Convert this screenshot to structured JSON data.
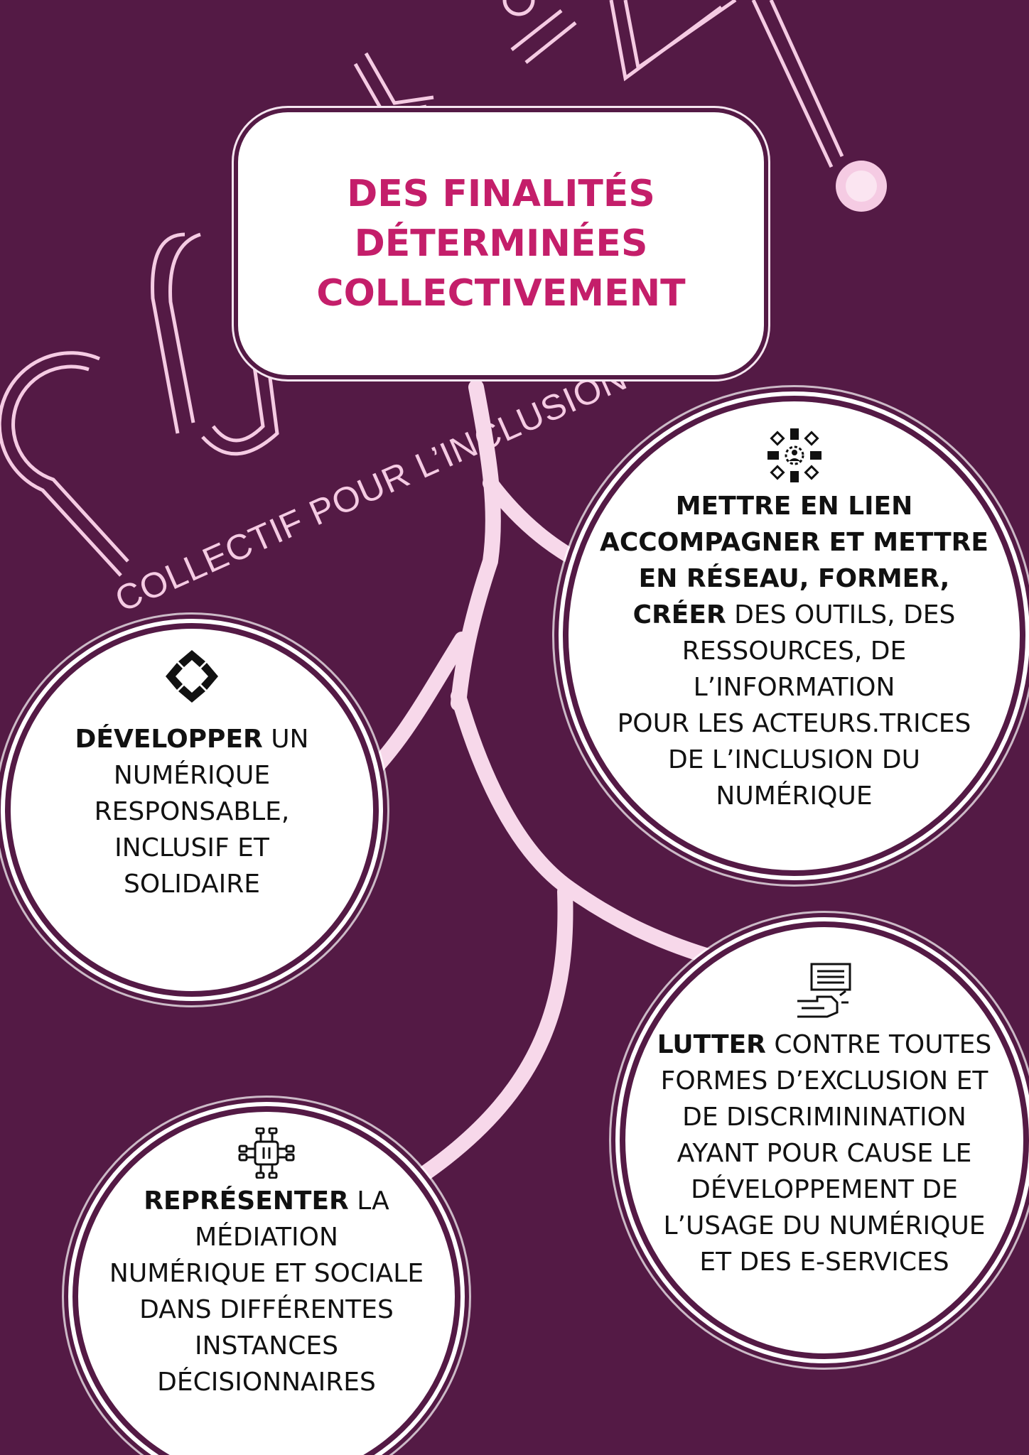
{
  "colors": {
    "background": "#541a45",
    "accent": "#c41e6a",
    "branch": "#f7d8ea",
    "bubble": "#ffffff",
    "text": "#111111"
  },
  "logo": {
    "text": "COLLECTIF POUR L’INCLUSION"
  },
  "title": {
    "lines": [
      "DES FINALITÉS",
      "DÉTERMINÉES",
      "COLLECTIVEMENT"
    ]
  },
  "bubbles": {
    "network": {
      "icon": "network-people-icon",
      "lines": [
        {
          "bold": "METTRE EN LIEN",
          "rest": ""
        },
        {
          "bold": "ACCOMPAGNER ET METTRE",
          "rest": ""
        },
        {
          "bold": "EN RÉSEAU, FORMER,",
          "rest": ""
        },
        {
          "bold": "CRÉER",
          "rest": " DES OUTILS, DES"
        },
        {
          "bold": "",
          "rest": "RESSOURCES, DE"
        },
        {
          "bold": "",
          "rest": "L’INFORMATION"
        },
        {
          "bold": "",
          "rest": "POUR LES ACTEURS.TRICES"
        },
        {
          "bold": "",
          "rest": "DE L’INCLUSION DU"
        },
        {
          "bold": "",
          "rest": "NUMÉRIQUE"
        }
      ]
    },
    "develop": {
      "icon": "joined-hands-icon",
      "lines": [
        {
          "bold": "DÉVELOPPER",
          "rest": " UN"
        },
        {
          "bold": "",
          "rest": "NUMÉRIQUE"
        },
        {
          "bold": "",
          "rest": "RESPONSABLE,"
        },
        {
          "bold": "",
          "rest": "INCLUSIF ET"
        },
        {
          "bold": "",
          "rest": "SOLIDAIRE"
        }
      ]
    },
    "fight": {
      "icon": "hand-screen-icon",
      "lines": [
        {
          "bold": "LUTTER",
          "rest": " CONTRE TOUTES"
        },
        {
          "bold": "",
          "rest": "FORMES D’EXCLUSION ET"
        },
        {
          "bold": "",
          "rest": "DE DISCRIMININATION"
        },
        {
          "bold": "",
          "rest": "AYANT POUR CAUSE LE"
        },
        {
          "bold": "",
          "rest": "DÉVELOPPEMENT DE"
        },
        {
          "bold": "",
          "rest": "L’USAGE DU NUMÉRIQUE"
        },
        {
          "bold": "",
          "rest": "ET DES E-SERVICES"
        }
      ]
    },
    "represent": {
      "icon": "circuit-chip-icon",
      "lines": [
        {
          "bold": "REPRÉSENTER",
          "rest": " LA"
        },
        {
          "bold": "",
          "rest": "MÉDIATION"
        },
        {
          "bold": "",
          "rest": "NUMÉRIQUE ET SOCIALE"
        },
        {
          "bold": "",
          "rest": "DANS DIFFÉRENTES"
        },
        {
          "bold": "",
          "rest": "INSTANCES"
        },
        {
          "bold": "",
          "rest": "DÉCISIONNAIRES"
        }
      ]
    }
  }
}
